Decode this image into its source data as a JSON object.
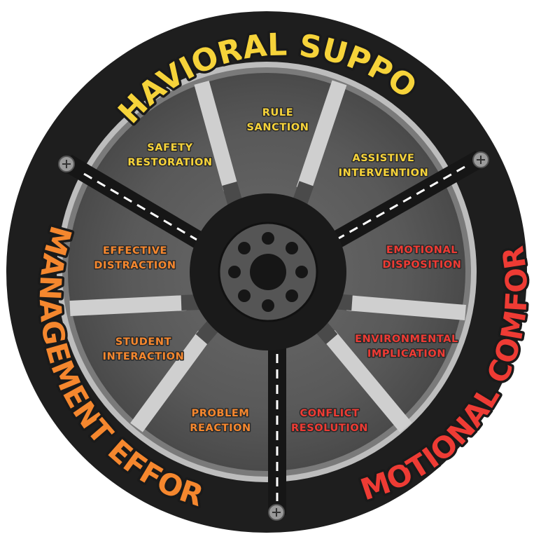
{
  "wheel": {
    "arc_titles": {
      "top": "BEHAVIORAL SUPPORT",
      "left": "MANAGEMENT EFFORT",
      "right": "EMOTIONAL COMFORT"
    },
    "colors": {
      "behavioral": "#f6d33a",
      "management": "#f5872e",
      "emotional": "#ee3b34",
      "tire": "#1e1e1e",
      "rim": "#bfbfbf",
      "face": "#5c5c5c",
      "hub": "#1a1a1a"
    },
    "segments": [
      {
        "id": "rule-sanction",
        "line1": "RULE",
        "line2": "SANCTION",
        "group": "behavioral"
      },
      {
        "id": "assistive-intervention",
        "line1": "ASSISTIVE",
        "line2": "INTERVENTION",
        "group": "behavioral"
      },
      {
        "id": "emotional-disposition",
        "line1": "EMOTIONAL",
        "line2": "DISPOSITION",
        "group": "emotional"
      },
      {
        "id": "environmental-implication",
        "line1": "ENVIRONMENTAL",
        "line2": "IMPLICATION",
        "group": "emotional"
      },
      {
        "id": "conflict-resolution",
        "line1": "CONFLICT",
        "line2": "RESOLUTION",
        "group": "emotional"
      },
      {
        "id": "problem-reaction",
        "line1": "PROBLEM",
        "line2": "REACTION",
        "group": "management"
      },
      {
        "id": "student-interaction",
        "line1": "STUDENT",
        "line2": "INTERACTION",
        "group": "management"
      },
      {
        "id": "effective-distraction",
        "line1": "EFFECTIVE",
        "line2": "DISTRACTION",
        "group": "management"
      },
      {
        "id": "safety-restoration",
        "line1": "SAFETY",
        "line2": "RESTORATION",
        "group": "behavioral"
      }
    ],
    "icons": [
      "bolt-icon",
      "lug-nut-icon"
    ]
  }
}
